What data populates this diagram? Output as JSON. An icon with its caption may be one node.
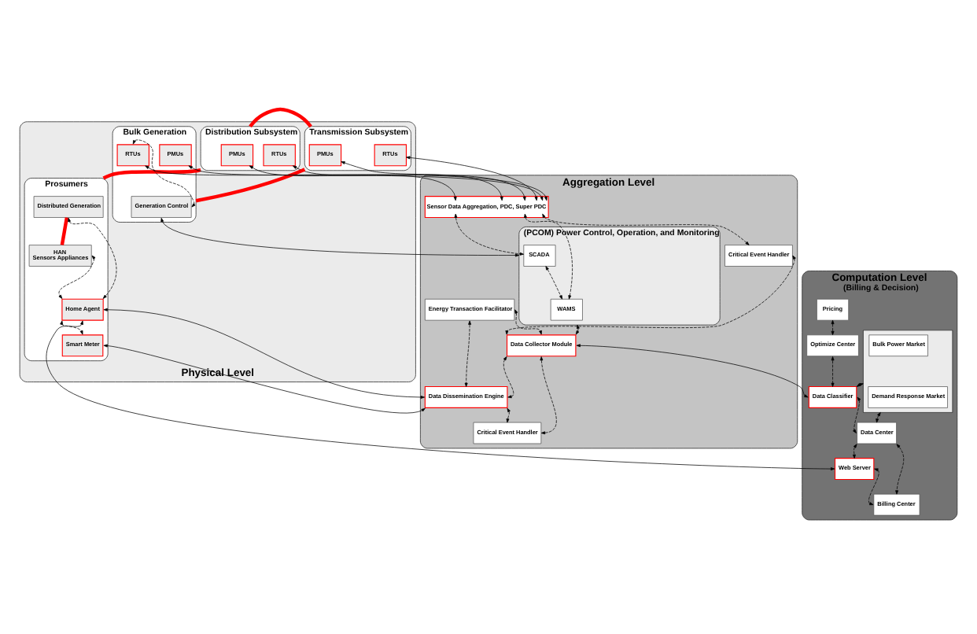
{
  "diagram": {
    "nodes": [
      {
        "text": [
          "Physical Level"
        ]
      },
      {
        "text": [
          "Distribution Subsystem"
        ],
        "in": 0
      },
      {
        "text": [
          "PMUs"
        ],
        "in": 1
      },
      {
        "text": [
          "RTUs"
        ],
        "in": 1
      },
      {
        "text": [
          "Transmission Subsystem"
        ],
        "in": 0
      },
      {
        "text": [
          "PMUs"
        ],
        "in": 4
      },
      {
        "text": [
          "RTUs"
        ],
        "in": 4
      },
      {
        "text": [
          "Bulk Generation"
        ],
        "in": 0
      },
      {
        "text": [
          "Generation Control"
        ],
        "in": 7
      },
      {
        "text": [
          "PMUs"
        ],
        "in": 7
      },
      {
        "text": [
          "RTUs"
        ],
        "in": 7
      },
      {
        "text": [
          "Prosumers"
        ],
        "in": 0
      },
      {
        "text": [
          "Distributed Generation"
        ],
        "in": 11
      },
      {
        "text": [
          "HAN",
          "Sensors Appliances"
        ],
        "in": 11
      },
      {
        "text": [
          "Home Agent"
        ],
        "in": 11
      },
      {
        "text": [
          "Smart Meter"
        ],
        "in": 11
      },
      {
        "text": [
          "Aggregation Level"
        ]
      },
      {
        "text": [
          "Sensor Data Aggregation, PDC, Super PDC"
        ],
        "in": 16
      },
      {
        "text": [
          "(PCOM) Power Control, Operation, and Monitoring"
        ],
        "in": 16
      },
      {
        "text": [
          "SCADA"
        ],
        "in": 18
      },
      {
        "text": [
          "WAMS"
        ],
        "in": 18
      },
      {
        "text": [
          "Critical Event Handler"
        ],
        "in": 16
      },
      {
        "text": [
          "Energy Transaction Facilitator"
        ],
        "in": 16
      },
      {
        "text": [
          "Data Dissemination Engine"
        ],
        "in": 16
      },
      {
        "text": [
          "Data Collector Module"
        ],
        "in": 16
      },
      {
        "text": [
          "Critical Event Handler"
        ],
        "in": 16
      },
      {
        "text": [
          "Computation Level",
          "(Billing & Decision)"
        ]
      },
      {
        "text": [
          "Pricing"
        ],
        "in": 26
      },
      {
        "text": [],
        "shape": "box",
        "in": 26
      },
      {
        "text": [
          "Bulk Power Market"
        ],
        "in": 28
      },
      {
        "text": [
          "Demand Response Market"
        ],
        "in": 28
      },
      {
        "text": [
          "Optimize Center"
        ],
        "in": 26
      },
      {
        "text": [
          "Data Classifier"
        ],
        "in": 26
      },
      {
        "text": [
          "Data Center"
        ],
        "in": 26
      },
      {
        "text": [
          "Web Server"
        ],
        "in": 26
      },
      {
        "text": [
          "Billing Center"
        ],
        "in": 26
      }
    ],
    "edges": [
      {
        "from": 1,
        "to": 4,
        "arrow": "none",
        "style": "thick",
        "color": "#ff0000"
      },
      {
        "from": 4,
        "to": 7,
        "arrow": "none",
        "style": "thick",
        "color": "#ff0000"
      },
      {
        "from": 1,
        "to": 11,
        "arrow": "none",
        "style": "thick",
        "color": "#ff0000"
      },
      {
        "from": 12,
        "to": 13,
        "arrow": "none",
        "style": "thick",
        "color": "#ff0000"
      },
      {
        "from": 2,
        "to": 17,
        "arrow": "both"
      },
      {
        "from": 3,
        "to": 17,
        "arrow": "both"
      },
      {
        "from": 5,
        "to": 17,
        "arrow": "both"
      },
      {
        "from": 6,
        "to": 17,
        "arrow": "both"
      },
      {
        "from": 9,
        "to": 17,
        "arrow": "both"
      },
      {
        "from": 10,
        "to": 17,
        "arrow": "both"
      },
      {
        "from": 8,
        "to": 18,
        "arrow": "both"
      },
      {
        "from": 8,
        "to": 10,
        "arrow": "both",
        "style": "dashed"
      },
      {
        "from": 17,
        "to": 19,
        "arrow": "both",
        "style": "dashed"
      },
      {
        "from": 17,
        "to": 20,
        "arrow": "both",
        "style": "dashed"
      },
      {
        "from": 19,
        "to": 20,
        "arrow": "both",
        "style": "dashed"
      },
      {
        "from": 17,
        "to": 21,
        "arrow": "both",
        "style": "dashed"
      },
      {
        "from": 21,
        "to": 24,
        "arrow": "both",
        "style": "dashed"
      },
      {
        "from": 18,
        "to": 24,
        "arrow": "both",
        "style": "dashed"
      },
      {
        "from": 22,
        "to": 24,
        "arrow": "both",
        "style": "dashed"
      },
      {
        "from": 22,
        "to": 23,
        "arrow": "both",
        "style": "dashed"
      },
      {
        "from": 24,
        "to": 23,
        "arrow": "both",
        "style": "dashed"
      },
      {
        "from": 23,
        "to": 25,
        "arrow": "both",
        "style": "dashed"
      },
      {
        "from": 25,
        "to": 24,
        "arrow": "both",
        "style": "dashed"
      },
      {
        "from": 24,
        "to": 32,
        "arrow": "both"
      },
      {
        "from": 14,
        "to": 23,
        "arrow": "both"
      },
      {
        "from": 15,
        "to": 23,
        "arrow": "both"
      },
      {
        "from": 14,
        "to": 34,
        "arrow": "both"
      },
      {
        "from": 13,
        "to": 14,
        "arrow": "both",
        "style": "dashed"
      },
      {
        "from": 12,
        "to": 14,
        "arrow": "both",
        "style": "dashed"
      },
      {
        "from": 14,
        "to": 15,
        "arrow": "both",
        "style": "dashed"
      },
      {
        "from": 27,
        "to": 31,
        "arrow": "both",
        "style": "dashed"
      },
      {
        "from": 31,
        "to": 32,
        "arrow": "both",
        "style": "dashed"
      },
      {
        "from": 28,
        "to": 32,
        "arrow": "both",
        "style": "dashed"
      },
      {
        "from": 28,
        "to": 33,
        "arrow": "both",
        "style": "dashed"
      },
      {
        "from": 32,
        "to": 33,
        "arrow": "both",
        "style": "dashed"
      },
      {
        "from": 33,
        "to": 34,
        "arrow": "both",
        "style": "dashed"
      },
      {
        "from": 33,
        "to": 35,
        "arrow": "both",
        "style": "dashed"
      },
      {
        "from": 34,
        "to": 35,
        "arrow": "both",
        "style": "dashed"
      }
    ]
  }
}
